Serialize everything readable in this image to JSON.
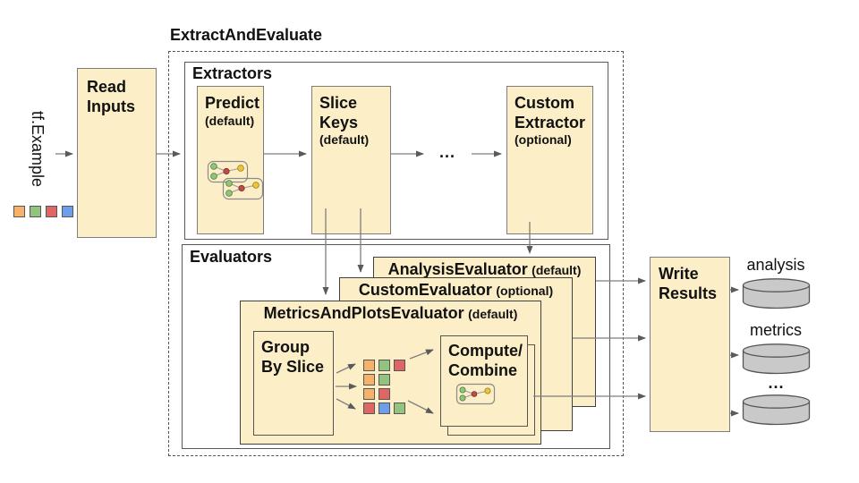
{
  "palette": {
    "box_fill": "#FCEFC8",
    "orange": "#F6B26B",
    "green": "#93C47D",
    "red": "#E06666",
    "blue": "#6D9EEB",
    "cylinder_fill": "#C9C9C9",
    "node_green": "#93C47D",
    "node_red": "#BE4B48",
    "node_yellow": "#F0C33C"
  },
  "input": {
    "label": "tf.Example",
    "legend": [
      "orange",
      "green",
      "red",
      "blue"
    ]
  },
  "read_inputs": {
    "label": "Read\nInputs"
  },
  "pipeline": {
    "title": "ExtractAndEvaluate"
  },
  "extractors": {
    "title": "Extractors",
    "predict": {
      "name": "Predict",
      "qualifier": "(default)"
    },
    "slice_keys": {
      "name": "Slice\nKeys",
      "qualifier": "(default)"
    },
    "ellipsis": "...",
    "custom": {
      "name": "Custom\nExtractor",
      "qualifier": "(optional)"
    }
  },
  "evaluators": {
    "title": "Evaluators",
    "analysis": {
      "name": "AnalysisEvaluator",
      "qualifier": "(default)"
    },
    "custom": {
      "name": "CustomEvaluator",
      "qualifier": "(optional)"
    },
    "metrics_and_plots": {
      "name": "MetricsAndPlotsEvaluator",
      "qualifier": "(default)"
    },
    "group_by_slice": {
      "label": "Group\nBy Slice"
    },
    "compute_combine": {
      "label": "Compute/\nCombine"
    },
    "slice_grid": [
      [
        "orange",
        "green",
        "red"
      ],
      [
        "orange",
        "green"
      ],
      [
        "orange",
        "red"
      ],
      [
        "red",
        "blue",
        "green"
      ]
    ]
  },
  "write_results": {
    "label": "Write\nResults"
  },
  "outputs": {
    "items": [
      {
        "label": "analysis"
      },
      {
        "label": "metrics"
      },
      {
        "label": "..."
      }
    ]
  }
}
